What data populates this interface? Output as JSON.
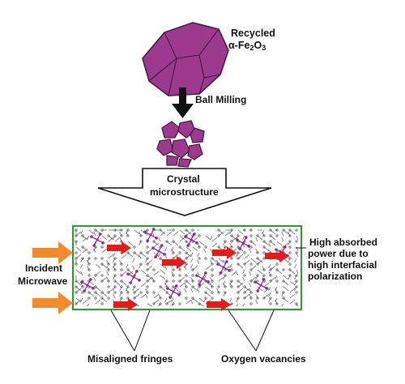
{
  "recycled": {
    "line1": "Recycled",
    "formula_prefix": "α-Fe",
    "formula_sub1": "2",
    "formula_mid": "O",
    "formula_sub2": "3"
  },
  "ball_milling": "Ball Milling",
  "crystal": {
    "line1": "Crystal",
    "line2": "microstructure"
  },
  "incident": {
    "line1": "Incident",
    "line2": "Microwave"
  },
  "high_absorbed": {
    "line1": "High absorbed",
    "line2": "power due to",
    "line3": "high interfacial",
    "line4": "polarization"
  },
  "misaligned": "Misaligned fringes",
  "oxygen": "Oxygen vacancies",
  "colors": {
    "chunk_fill": "#9c3a8e",
    "chunk_stroke": "#4a1a46",
    "box_border": "#2e9b2e",
    "incident_arrow": "#f28a2e",
    "red_arrow": "#e21b1b",
    "purple_atom": "#8e2c94",
    "lattice_gray": "#555555"
  },
  "icons": [
    "large-chunk-icon",
    "down-arrow-icon",
    "particles-icon",
    "hollow-arrow-icon",
    "incident-arrow-icon",
    "red-arrow-icon",
    "oxygen-vacancy-icon"
  ]
}
